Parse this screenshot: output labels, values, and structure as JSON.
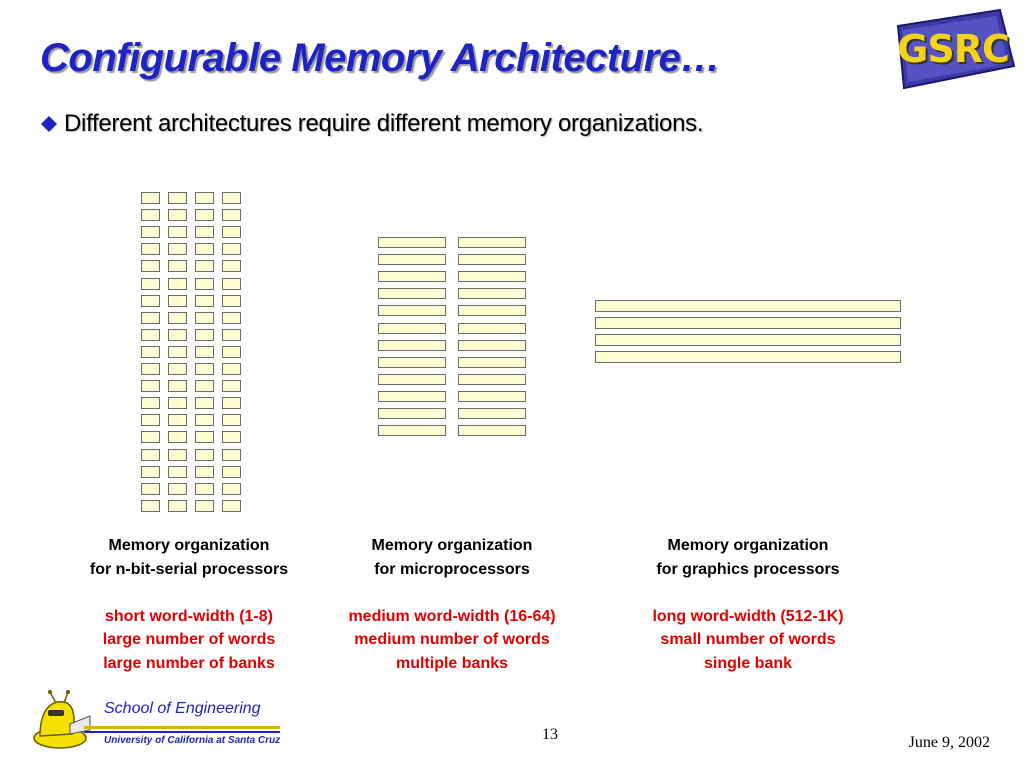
{
  "slide": {
    "title": "Configurable Memory Architecture…",
    "bullet": "Different architectures require different memory organizations.",
    "logo_text": "GSRC"
  },
  "organizations": [
    {
      "caption_line1": "Memory organization",
      "caption_line2": "for n-bit-serial processors",
      "trait1": "short word-width (1-8)",
      "trait2": "large number of words",
      "trait3": "large number of banks",
      "banks": 4,
      "rows": 19
    },
    {
      "caption_line1": "Memory organization",
      "caption_line2": "for microprocessors",
      "trait1": "medium word-width (16-64)",
      "trait2": "medium number of words",
      "trait3": "multiple banks",
      "banks": 2,
      "rows": 12
    },
    {
      "caption_line1": "Memory organization",
      "caption_line2": "for graphics processors",
      "trait1": "long word-width (512-1K)",
      "trait2": "small number of words",
      "trait3": "single bank",
      "banks": 1,
      "rows": 4
    }
  ],
  "footer": {
    "school": "School of Engineering",
    "university": "University of California at Santa Cruz",
    "page_number": "13",
    "date": "June 9, 2002"
  },
  "colors": {
    "title": "#1e24c4",
    "trait_text": "#e00000",
    "cell_fill": "#fffed2",
    "cell_border": "#6b6b6b"
  }
}
